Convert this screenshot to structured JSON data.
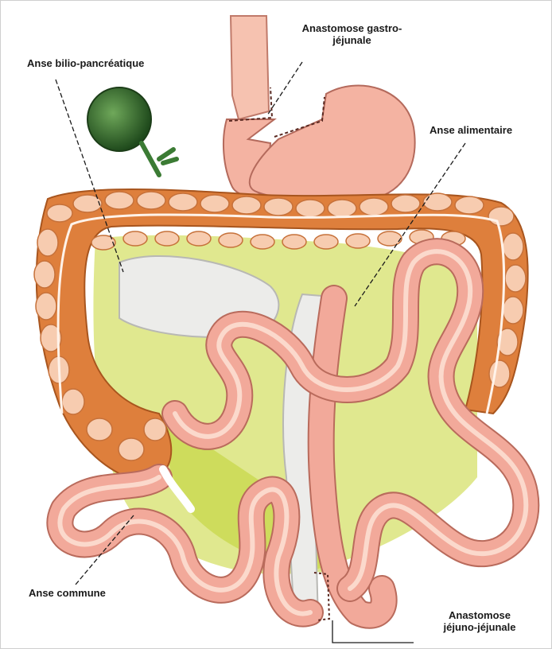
{
  "labels": {
    "gastro_line1": "Anastomose gastro-",
    "gastro_line2": "jéjunale",
    "bilio": "Anse bilio-pancréatique",
    "alimentaire": "Anse alimentaire",
    "commune": "Anse commune",
    "jejuno_line1": "Anastomose",
    "jejuno_line2": "jéjuno-jéjunale"
  },
  "colors": {
    "colon_outer": "#de7f3c",
    "colon_haustra": "#f7ccb0",
    "intestine": "#f2a99a",
    "intestine_light": "#fbd9cc",
    "mesentery": "#c9d94a",
    "stomach": "#f4b3a2",
    "gallbladder": "#2f6b2a",
    "bypassed_loop": "#e8e8e4"
  }
}
